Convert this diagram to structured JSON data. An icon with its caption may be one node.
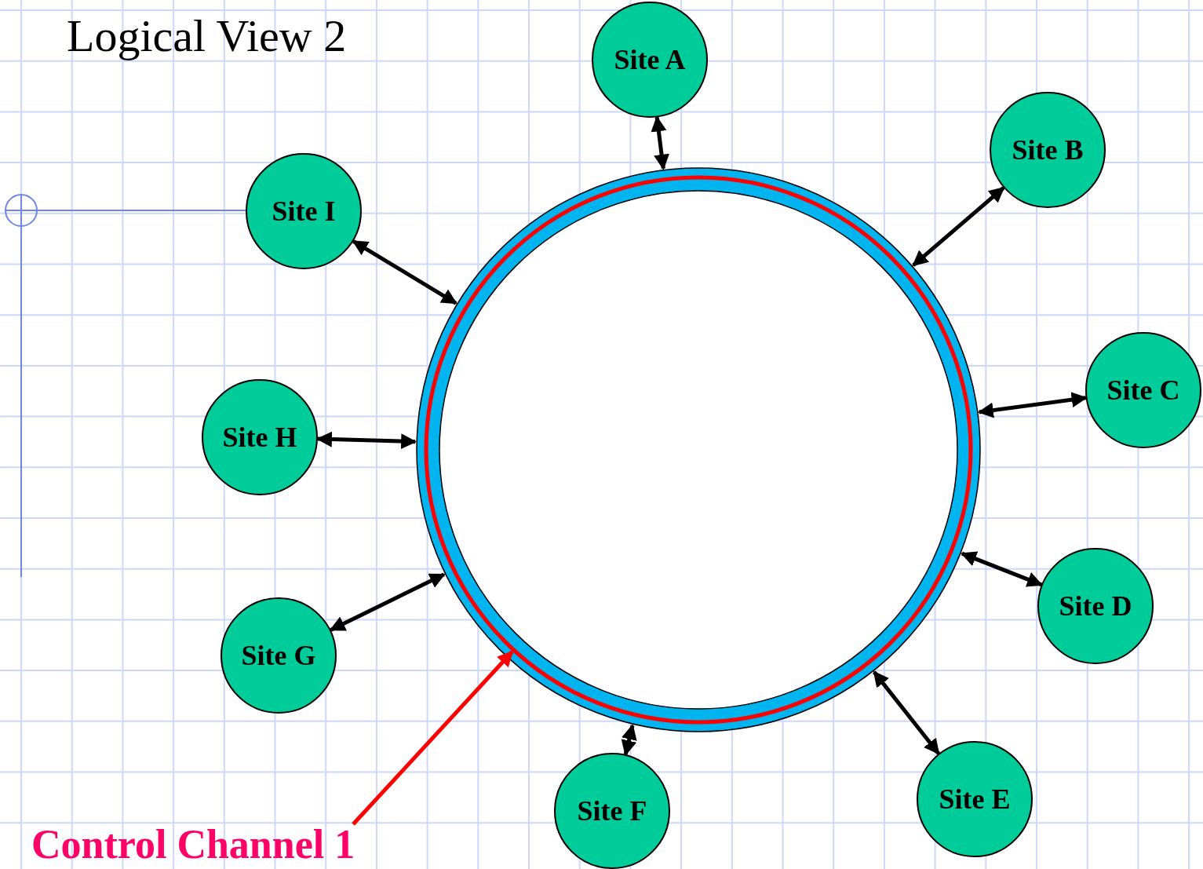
{
  "diagram": {
    "title": "Logical View 2",
    "nodes": [
      {
        "text": [
          "Site A"
        ]
      },
      {
        "text": [
          "Site B"
        ]
      },
      {
        "text": [
          "Site C"
        ]
      },
      {
        "text": [
          "Site D"
        ]
      },
      {
        "text": [
          "Site E"
        ]
      },
      {
        "text": [
          "Site F"
        ]
      },
      {
        "text": [
          "Site G"
        ]
      },
      {
        "text": [
          "Site H"
        ]
      },
      {
        "text": [
          "Site I"
        ]
      },
      {
        "text": [],
        "shape": "circle"
      },
      {
        "text": [
          "Control Channel 1"
        ]
      }
    ],
    "edges": [
      {
        "from": 0,
        "to": 9,
        "arrow": "both"
      },
      {
        "from": 1,
        "to": 9,
        "arrow": "both"
      },
      {
        "from": 2,
        "to": 9,
        "arrow": "both"
      },
      {
        "from": 3,
        "to": 9,
        "arrow": "both"
      },
      {
        "from": 4,
        "to": 9,
        "arrow": "both"
      },
      {
        "from": 5,
        "to": 9,
        "arrow": "both"
      },
      {
        "from": 6,
        "to": 9,
        "arrow": "both"
      },
      {
        "from": 7,
        "to": 9,
        "arrow": "both"
      },
      {
        "from": 8,
        "to": 9,
        "arrow": "both"
      },
      {
        "from": 10,
        "to": 9,
        "arrow": "to",
        "color": "#ff0000"
      }
    ]
  }
}
